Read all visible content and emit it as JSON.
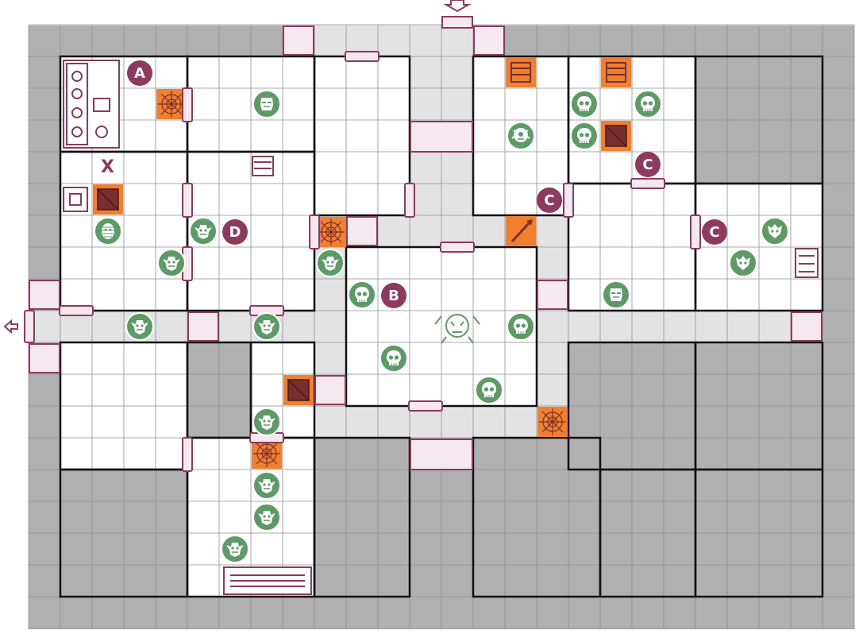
{
  "room_labels": [
    "A",
    "B",
    "C",
    "C",
    "C",
    "D"
  ],
  "start_marker": "X",
  "colors": {
    "rock": "#b0b0b0",
    "floor": "#ffffff",
    "corridor": "#e3e3e3",
    "wall": "#111111",
    "label": "#8e3a5c",
    "monster": "#5c9a66",
    "trap": "#f07f2e",
    "furniture": "#8e3a5c"
  },
  "icons": {
    "monster_skull": "skull-icon",
    "monster_orc": "orc-icon",
    "monster_goblin": "goblin-icon",
    "monster_zombie": "zombie-icon",
    "monster_mummy": "mummy-icon",
    "monster_gargoyle": "gargoyle-icon",
    "monster_warrior": "chaos-warrior-icon",
    "monster_fimir": "fimir-icon",
    "trap_pit": "pit-trap-icon",
    "trap_web": "web-icon",
    "trap_spear": "spear-trap-icon",
    "rubble": "rubble-icon",
    "door": "door-icon",
    "secret_door": "secret-door-icon",
    "entry": "entry-arrow-icon"
  }
}
